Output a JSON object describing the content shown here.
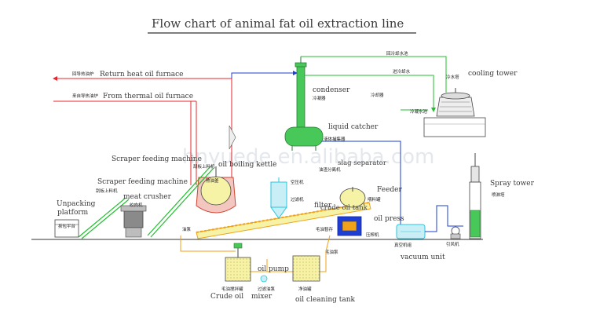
{
  "title": "Flow chart of animal fat oil extraction line",
  "watermark": "hnyuede.en.alibaba.com",
  "labels_en": {
    "return_heat": "Return heat oil furnace",
    "from_thermal": "From thermal oil furnace",
    "condenser": "condenser",
    "liquid_catcher": "liquid catcher",
    "cooling_tower": "cooling tower",
    "scraper_feeding_1": "Scraper feeding machine",
    "oil_boiling_kettle": "oil boiling kettle",
    "scraper_feeding_2": "Scraper feeding machine",
    "meat_crusher": "meat crusher",
    "unpacking_platform_1": "Unpacking",
    "unpacking_platform_2": "platform",
    "slag_separator": "slag separator",
    "feeder": "Feeder",
    "filter": "filter",
    "crude_oil_tank": "crude oil tank",
    "oil_press": "oil press",
    "spray_tower": "Spray tower",
    "vacuum_unit": "vacuum unit",
    "oil_pump": "oil pump",
    "crude_oil_mixer_1": "Crude oil",
    "crude_oil_mixer_2": "mixer",
    "oil_cleaning_tank": "oil cleaning tank"
  },
  "labels_cn": {
    "return_heat": "回导热油炉",
    "from_thermal": "来自导热油炉",
    "cold_out": "回冷却水池",
    "cold_in": "进冷却水",
    "cooling_pool": "冷水塔",
    "condenser": "冷凝器",
    "cooler": "冷却器",
    "condensed_water": "冷凝水池",
    "liquid_catcher": "液体捕集器",
    "scraper_1": "刮板上料机",
    "kettle": "熬油釜",
    "scraper_2": "刮板上料机",
    "crusher": "绞肉机",
    "platform": "拆包平台",
    "slag_separator": "油渣分离机",
    "compressor": "空压机",
    "filter": "过滤机",
    "feeder": "喂料罐",
    "crude_tank": "毛油暂存",
    "press": "压榨机",
    "pump_a": "油泵",
    "pump_b": "毛油泵",
    "vacuum": "真空机组",
    "spray": "喷淋塔",
    "fan": "引风机",
    "mixer": "毛油搅拌罐",
    "filter_pump": "过滤油泵",
    "clean_tank": "净油罐"
  },
  "colors": {
    "red_line": "#e8252b",
    "blue_line": "#1d3fd6",
    "green_line": "#1fbf2d",
    "orange_line": "#f0a21a",
    "yellow_fill": "#f7f3a6",
    "kettle_fill": "#f3c6c0",
    "equip_green": "#49c85a",
    "cyan": "#27c6e0"
  },
  "icons": [
    "condenser-icon",
    "liquid-catcher-icon",
    "cooling-tower-icon",
    "kettle-icon",
    "crusher-icon",
    "platform-icon",
    "filter-icon",
    "feeder-icon",
    "press-icon",
    "vacuum-unit-icon",
    "spray-tower-icon",
    "fan-icon",
    "mixer-icon",
    "clean-tank-icon",
    "pump-icon"
  ]
}
